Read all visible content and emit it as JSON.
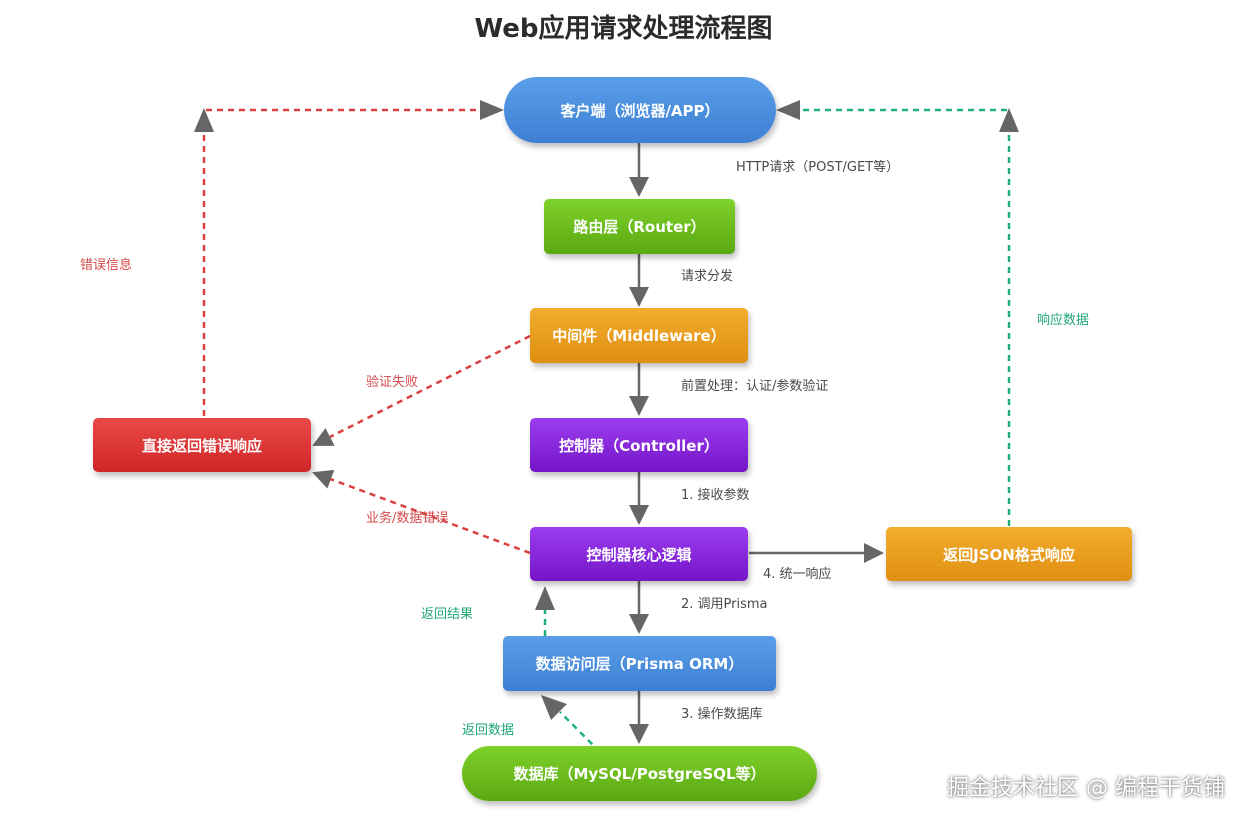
{
  "title": "Web应用请求处理流程图",
  "nodes": {
    "client": "客户端（浏览器/APP）",
    "router": "路由层（Router）",
    "middleware": "中间件（Middleware）",
    "controller": "控制器（Controller）",
    "core_logic": "控制器核心逻辑",
    "data_access": "数据访问层（Prisma ORM）",
    "database": "数据库（MySQL/PostgreSQL等）",
    "error_response": "直接返回错误响应",
    "json_response": "返回JSON格式响应"
  },
  "edge_labels": {
    "http_request": "HTTP请求（POST/GET等）",
    "dispatch": "请求分发",
    "preprocess": "前置处理：认证/参数验证",
    "receive_params": "1. 接收参数",
    "call_prisma": "2. 调用Prisma",
    "operate_db": "3. 操作数据库",
    "unified_response": "4. 统一响应",
    "validation_failed": "验证失败",
    "business_error": "业务/数据错误",
    "error_info": "错误信息",
    "response_data": "响应数据",
    "return_result": "返回结果",
    "return_data": "返回数据"
  },
  "colors": {
    "arrow": "#666666",
    "error_dash": "#d94040",
    "response_dash": "#20b07a"
  },
  "watermark": "掘金技术社区 @ 编程干货铺"
}
